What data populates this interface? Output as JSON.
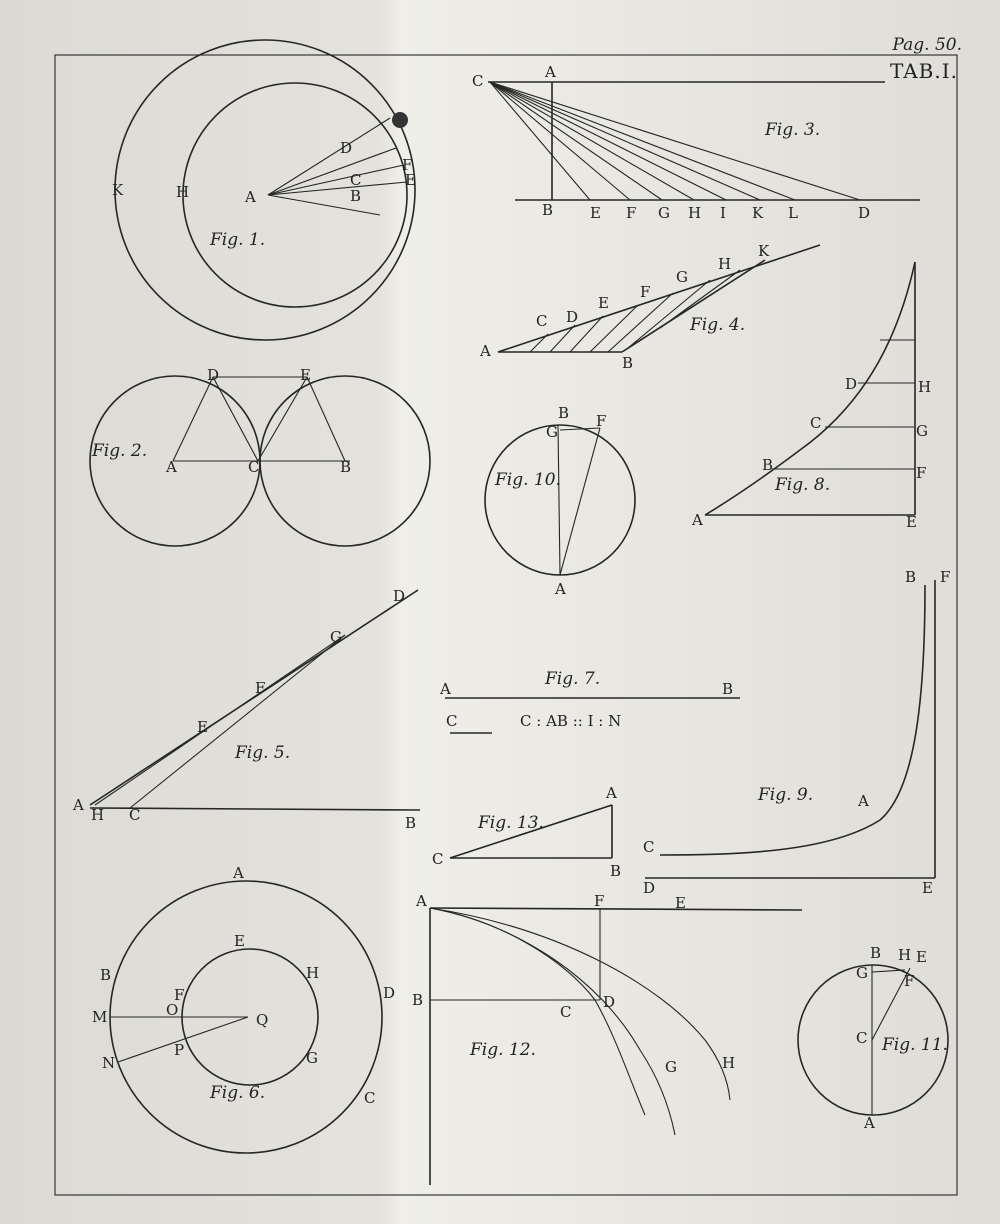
{
  "header": {
    "page": "Pag. 50.",
    "plate": "TAB.I."
  },
  "colors": {
    "paper": "#e4e2dc",
    "ink": "#262626"
  },
  "figures": {
    "fig1": {
      "caption": "Fig. 1.",
      "labels": [
        "K",
        "H",
        "A",
        "D",
        "F",
        "C",
        "E",
        "B"
      ]
    },
    "fig2": {
      "caption": "Fig. 2.",
      "labels": [
        "D",
        "E",
        "A",
        "C",
        "B"
      ]
    },
    "fig3": {
      "caption": "Fig. 3.",
      "labels": [
        "C",
        "A",
        "B",
        "E",
        "F",
        "G",
        "H",
        "I",
        "K",
        "L",
        "D"
      ]
    },
    "fig4": {
      "caption": "Fig. 4.",
      "labels": [
        "A",
        "C",
        "D",
        "E",
        "F",
        "G",
        "H",
        "K",
        "B"
      ]
    },
    "fig5": {
      "caption": "Fig. 5.",
      "labels": [
        "D",
        "G",
        "F",
        "E",
        "A",
        "H",
        "C",
        "B"
      ]
    },
    "fig6": {
      "caption": "Fig. 6.",
      "labels": [
        "A",
        "E",
        "B",
        "H",
        "D",
        "M",
        "F",
        "O",
        "Q",
        "N",
        "P",
        "G",
        "C"
      ]
    },
    "fig7": {
      "caption": "Fig. 7.",
      "labels": [
        "A",
        "B",
        "C"
      ],
      "relation": "C : AB :: I : N"
    },
    "fig8": {
      "caption": "Fig. 8.",
      "labels": [
        "D",
        "H",
        "C",
        "G",
        "B",
        "F",
        "A",
        "E"
      ]
    },
    "fig9": {
      "caption": "Fig. 9.",
      "labels": [
        "B",
        "F",
        "A",
        "C",
        "D",
        "E"
      ]
    },
    "fig10": {
      "caption": "Fig. 10.",
      "labels": [
        "B",
        "G",
        "F",
        "A"
      ]
    },
    "fig11": {
      "caption": "Fig. 11.",
      "labels": [
        "B",
        "H",
        "E",
        "G",
        "F",
        "C",
        "A"
      ]
    },
    "fig12": {
      "caption": "Fig. 12.",
      "labels": [
        "A",
        "F",
        "E",
        "B",
        "C",
        "D",
        "G",
        "H"
      ]
    },
    "fig13": {
      "caption": "Fig. 13.",
      "labels": [
        "A",
        "C",
        "B"
      ]
    }
  }
}
